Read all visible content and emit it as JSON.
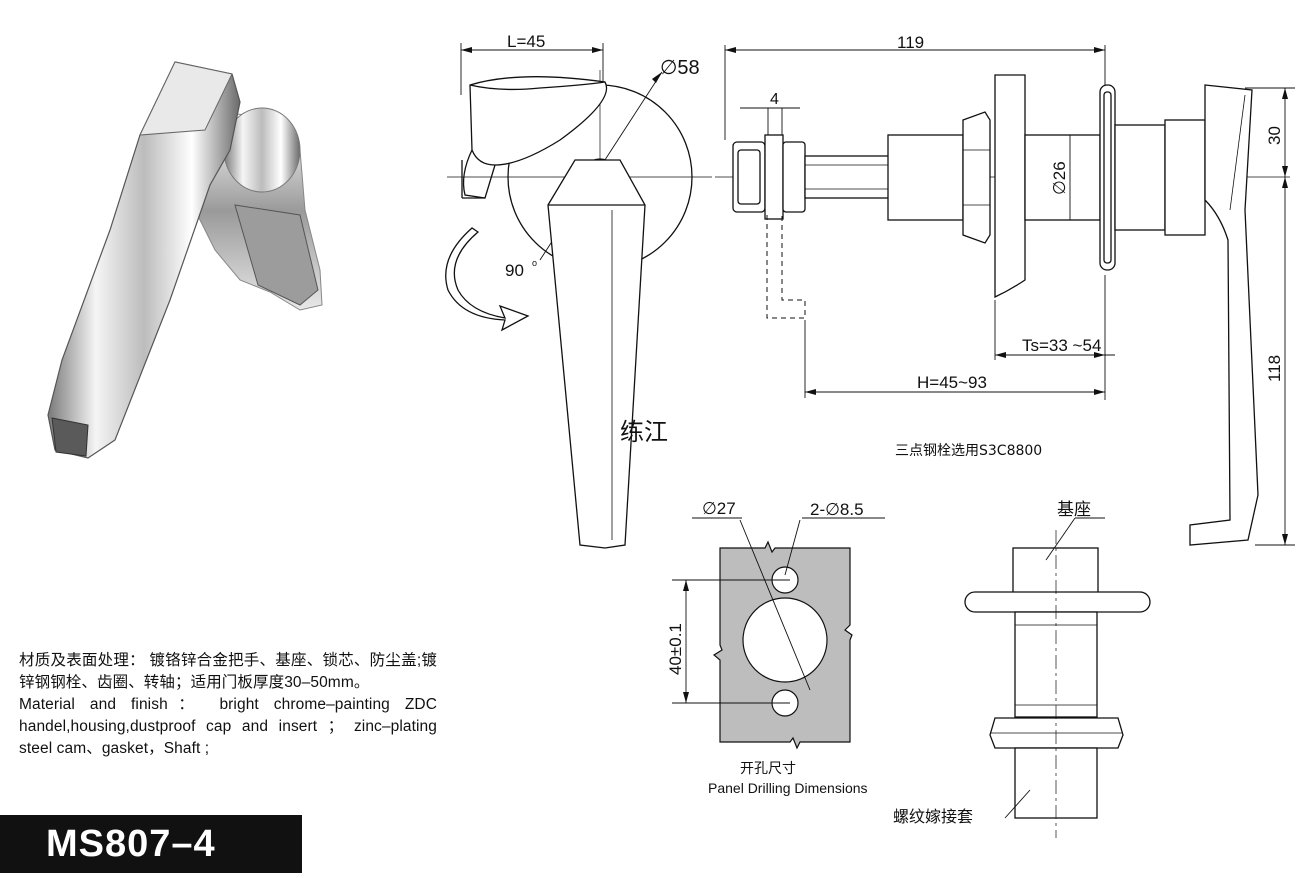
{
  "dimensions": {
    "l": "L=45",
    "d58": "∅58",
    "total": "119",
    "four": "4",
    "d26": "∅26",
    "thirty": "30",
    "ts": "Ts=33 ~54",
    "h": "H=45~93",
    "h118": "118",
    "angle": "90",
    "deg": "o",
    "d27": "∅27",
    "holes": "2-∅8.5",
    "spacing": "40±0.1"
  },
  "labels": {
    "watermark": "练江",
    "bolt_note": "三点钢栓选用S3C8800",
    "base": "基座",
    "drilling_cn": "开孔尺寸",
    "drilling_en": "Panel Drilling Dimensions",
    "thread_sleeve": "螺纹嫁接套"
  },
  "description": {
    "cn": "材质及表面处理： 镀铬锌合金把手、基座、锁芯、防尘盖;镀锌钢钢栓、齿圈、转轴；适用门板厚度30–50mm。",
    "en": "Material and finish： bright chrome–painting ZDC handel,housing,dustproof cap and insert ；  zinc–plating steel cam、gasket，Shaft ;"
  },
  "model": "MS807–4",
  "colors": {
    "line": "#111111",
    "panel_fill": "#bdbdbd",
    "chrome_light": "#f4f4f4",
    "chrome_dark": "#6d6d6d",
    "badge_bg": "#111111"
  }
}
